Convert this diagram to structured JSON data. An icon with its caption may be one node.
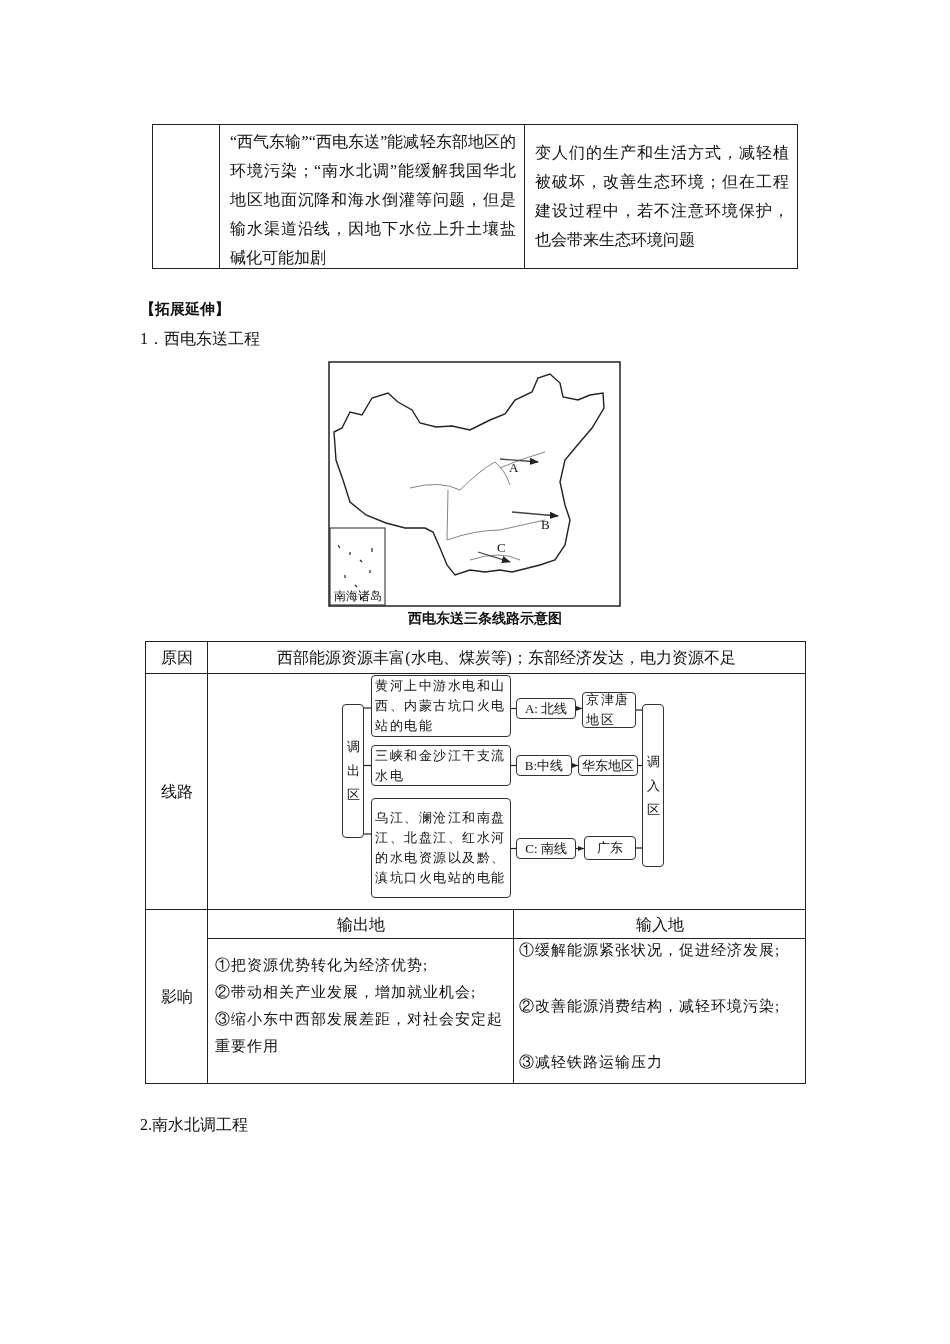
{
  "diagram": {
    "nodes": [
      {
        "text": [
          "调出区"
        ]
      },
      {
        "text": [
          "黄河上中游水电和山西、内蒙古坑口火电站的电能"
        ]
      },
      {
        "text": [
          "A: 北线"
        ]
      },
      {
        "text": [
          "京津唐地区"
        ]
      },
      {
        "text": [
          "三峡和金沙江干支流水电"
        ]
      },
      {
        "text": [
          "B:中线"
        ]
      },
      {
        "text": [
          "华东地区"
        ]
      },
      {
        "text": [
          "乌江、澜沧江和南盘江、北盘江、红水河的水电资源以及黔、滇坑口火电站的电能"
        ]
      },
      {
        "text": [
          "C: 南线"
        ]
      },
      {
        "text": [
          "广东"
        ]
      },
      {
        "text": [
          "调入区"
        ]
      }
    ],
    "edges": [
      {
        "from": 0,
        "to": 1,
        "arrow": "none"
      },
      {
        "from": 0,
        "to": 4,
        "arrow": "none"
      },
      {
        "from": 0,
        "to": 7,
        "arrow": "none"
      },
      {
        "from": 1,
        "to": 2,
        "arrow": "none"
      },
      {
        "from": 2,
        "to": 3,
        "arrow": "to"
      },
      {
        "from": 4,
        "to": 5,
        "arrow": "none"
      },
      {
        "from": 5,
        "to": 6,
        "arrow": "to"
      },
      {
        "from": 7,
        "to": 8,
        "arrow": "none"
      },
      {
        "from": 8,
        "to": 9,
        "arrow": "to"
      },
      {
        "from": 3,
        "to": 10,
        "arrow": "none"
      },
      {
        "from": 6,
        "to": 10,
        "arrow": "none"
      },
      {
        "from": 9,
        "to": 10,
        "arrow": "none"
      }
    ],
    "labels": [
      "“西气东输”“西电东送”能减轻东部地区的环境污染；“南水北调”能缓解我国华北地区地面沉降和海水倒灌等问题，但是输水渠道沿线，因地下水位上升土壤盐碱化可能加剧",
      "变人们的生产和生活方式，减轻植被破坏，改善生态环境；但在工程建设过程中，若不注意环境保护，也会带来生态环境问题",
      "【拓展延伸】",
      "1．西电东送工程",
      "A",
      "B",
      "C",
      "南海诸岛",
      "西电东送三条线路示意图",
      "原因",
      "西部能源资源丰富(水电、煤炭等)；东部经济发达，电力资源不足",
      "线路",
      "影响",
      "输出地",
      "输入地",
      "①把资源优势转化为经济优势;",
      "②带动相关产业发展，增加就业机会;",
      "③缩小东中西部发展差距，对社会安定起重要作用",
      "①缓解能源紧张状况，促进经济发展;",
      "②改善能源消费结构，减轻环境污染;",
      "③减轻铁路运输压力",
      "2.南水北调工程"
    ]
  }
}
